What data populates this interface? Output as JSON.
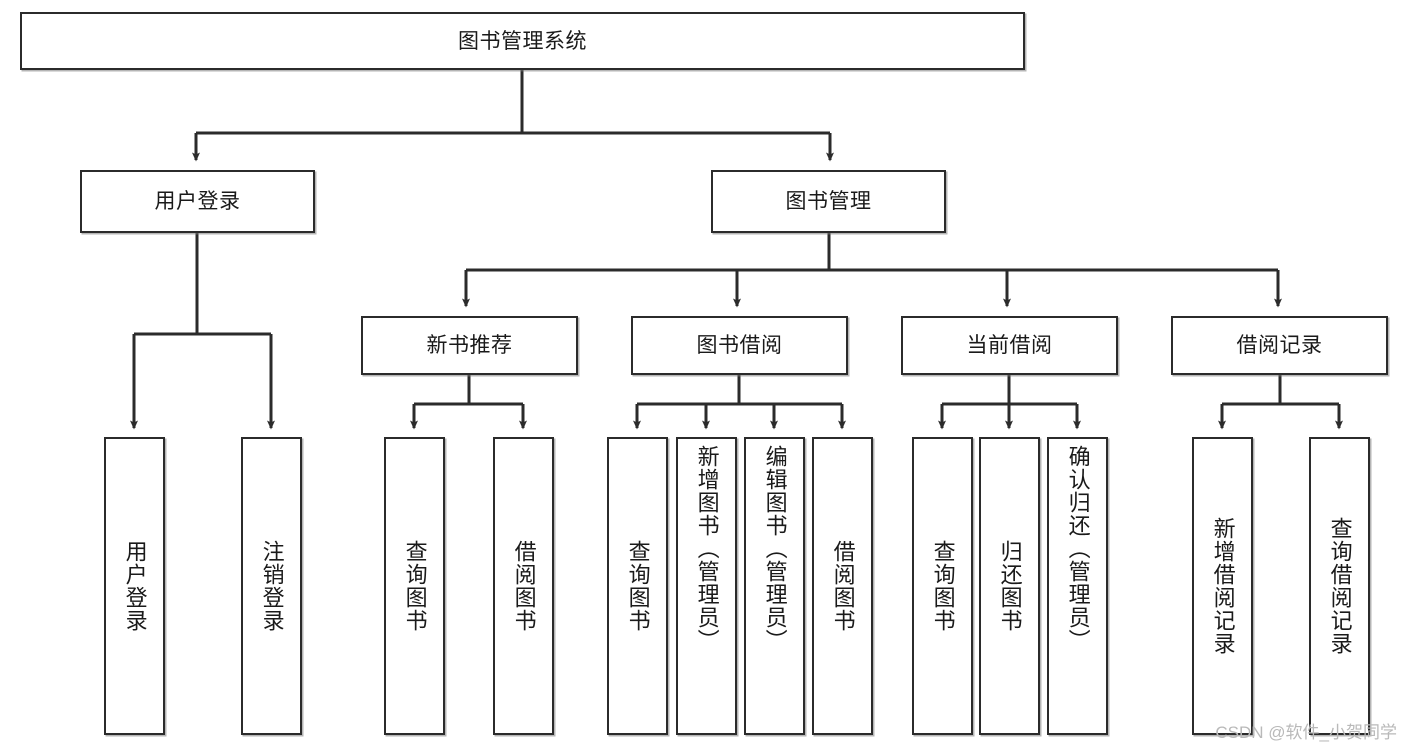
{
  "diagram": {
    "type": "hierarchy-tree",
    "title": "图书管理系统",
    "watermark": "CSDN @软件_小贺同学",
    "colors": {
      "box_border": "#2b2b2b",
      "box_fill": "#ffffff",
      "connector": "#2b2b2b",
      "text": "#1a1a1a",
      "watermark": "#b9b9b9",
      "background": "#ffffff"
    },
    "root": {
      "id": "root",
      "label": "图书管理系统",
      "level": 0
    },
    "level2": [
      {
        "id": "user-login",
        "label": "用户登录",
        "level": 1
      },
      {
        "id": "book-management",
        "label": "图书管理",
        "level": 1
      }
    ],
    "level3": [
      {
        "id": "new-book-recommend",
        "label": "新书推荐",
        "level": 2,
        "parent": "book-management"
      },
      {
        "id": "book-borrow",
        "label": "图书借阅",
        "level": 2,
        "parent": "book-management"
      },
      {
        "id": "current-borrow",
        "label": "当前借阅",
        "level": 2,
        "parent": "book-management"
      },
      {
        "id": "borrow-record",
        "label": "借阅记录",
        "level": 2,
        "parent": "book-management"
      }
    ],
    "leaves": [
      {
        "id": "leaf-user-login",
        "label": "用户登录",
        "parent": "user-login"
      },
      {
        "id": "leaf-user-logout",
        "label": "注销登录",
        "parent": "user-login"
      },
      {
        "id": "leaf-query-book-1",
        "label": "查询图书",
        "parent": "new-book-recommend"
      },
      {
        "id": "leaf-borrow-book-1",
        "label": "借阅图书",
        "parent": "new-book-recommend"
      },
      {
        "id": "leaf-query-book-2",
        "label": "查询图书",
        "parent": "book-borrow"
      },
      {
        "id": "leaf-add-book",
        "label": "新增图书（管理员）",
        "parent": "book-borrow"
      },
      {
        "id": "leaf-edit-book",
        "label": "编辑图书（管理员）",
        "parent": "book-borrow"
      },
      {
        "id": "leaf-borrow-book-2",
        "label": "借阅图书",
        "parent": "book-borrow"
      },
      {
        "id": "leaf-query-book-3",
        "label": "查询图书",
        "parent": "current-borrow"
      },
      {
        "id": "leaf-return-book",
        "label": "归还图书",
        "parent": "current-borrow"
      },
      {
        "id": "leaf-confirm-return",
        "label": "确认归还（管理员）",
        "parent": "current-borrow"
      },
      {
        "id": "leaf-add-record",
        "label": "新增借阅记录",
        "parent": "borrow-record"
      },
      {
        "id": "leaf-query-record",
        "label": "查询借阅记录",
        "parent": "borrow-record"
      }
    ]
  }
}
